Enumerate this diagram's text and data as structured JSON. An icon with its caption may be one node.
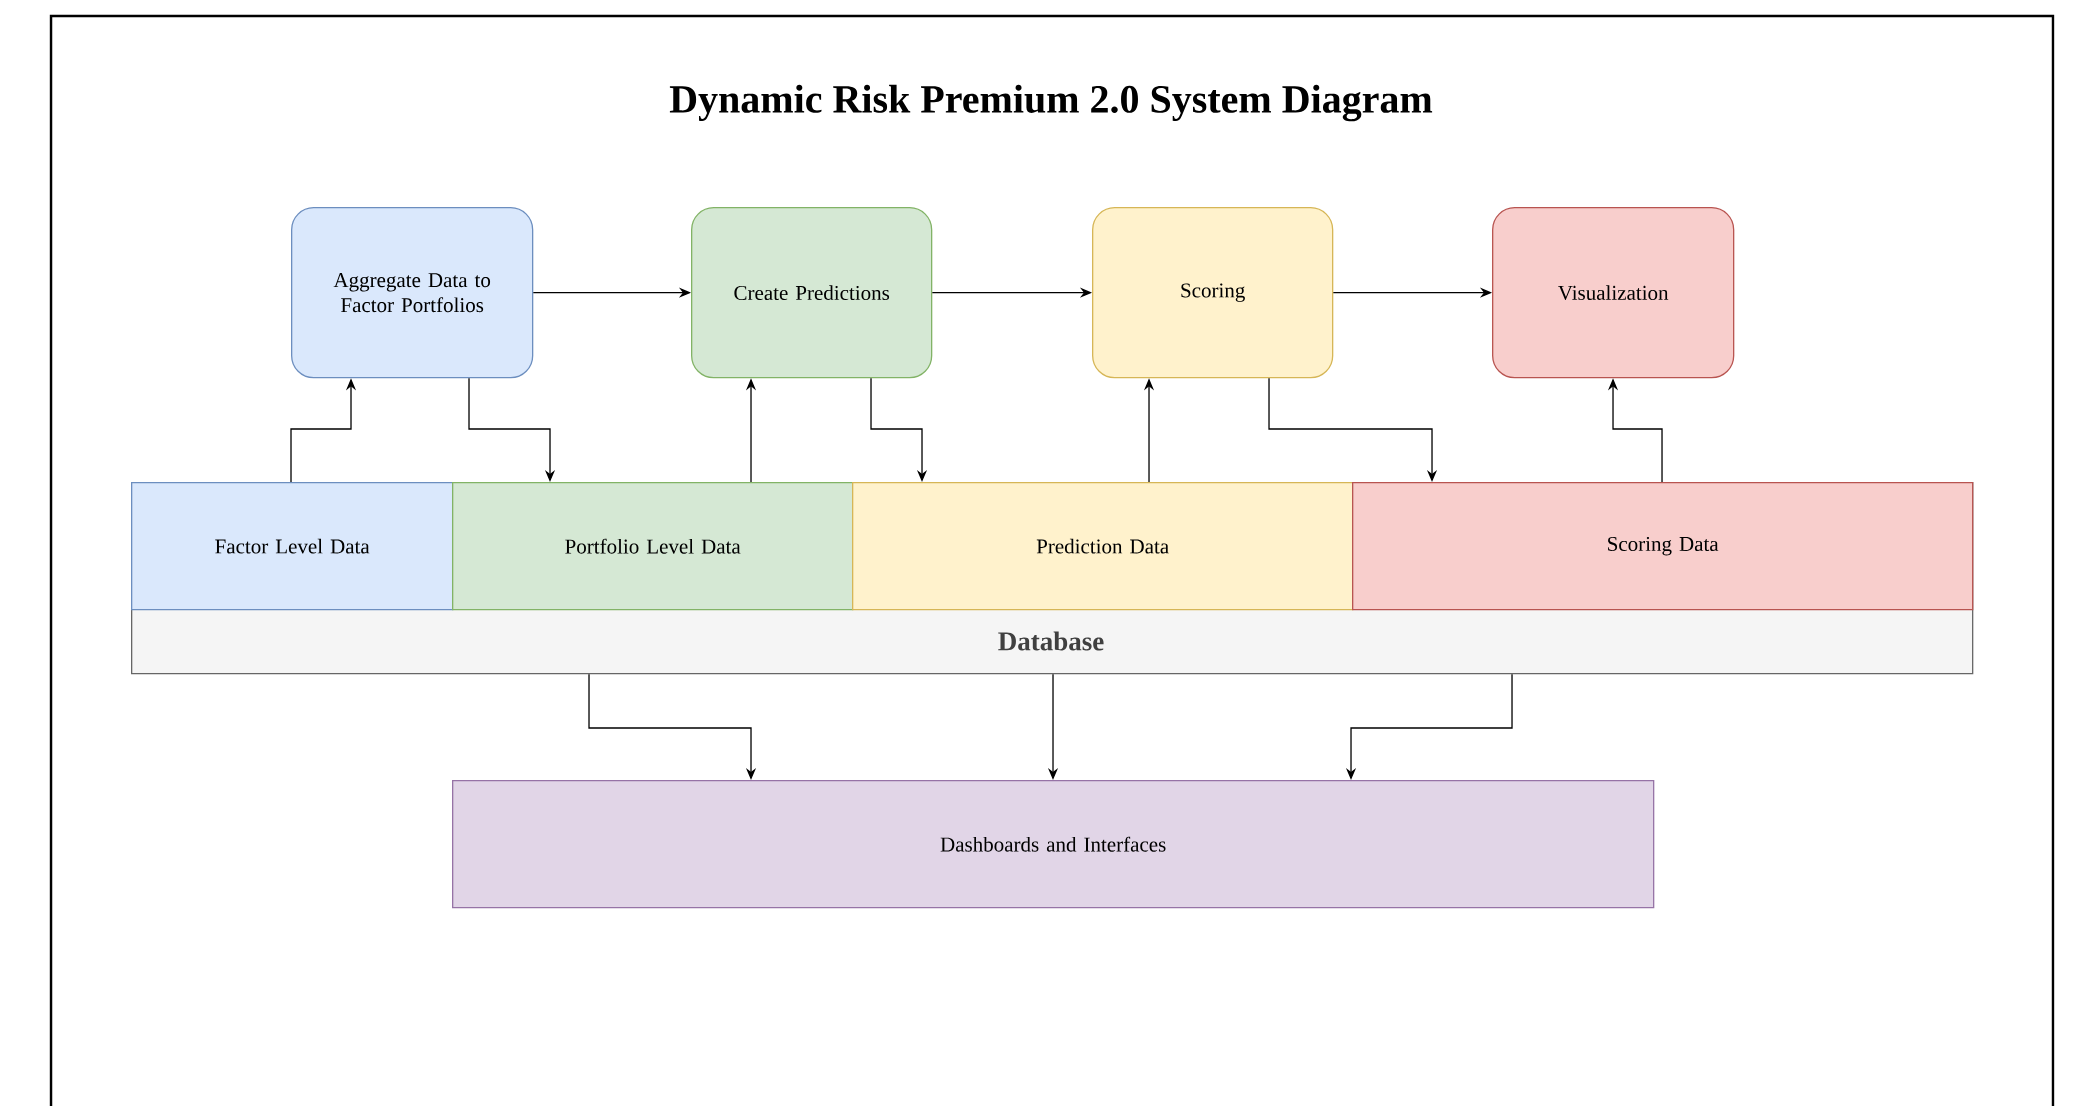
{
  "diagram": {
    "title": "Dynamic Risk Premium 2.0 System Diagram",
    "nodes": [
      {
        "text": [
          "Aggregate Data to Factor Portfolios"
        ]
      },
      {
        "text": [
          "Create Predictions"
        ]
      },
      {
        "text": [
          "Scoring"
        ]
      },
      {
        "text": [
          "Visualization"
        ]
      },
      {
        "text": [
          "Database"
        ]
      },
      {
        "text": [
          "Factor Level Data"
        ],
        "in": 4
      },
      {
        "text": [
          "Portfolio Level Data"
        ],
        "in": 4
      },
      {
        "text": [
          "Prediction Data"
        ],
        "in": 4
      },
      {
        "text": [
          "Scoring Data"
        ],
        "in": 4
      },
      {
        "text": [
          "Dashboards and Interfaces"
        ]
      }
    ],
    "edges": [
      {
        "from": 0,
        "to": 1,
        "arrow": "to"
      },
      {
        "from": 1,
        "to": 2,
        "arrow": "to"
      },
      {
        "from": 2,
        "to": 3,
        "arrow": "to"
      },
      {
        "from": 5,
        "to": 0,
        "arrow": "to"
      },
      {
        "from": 0,
        "to": 6,
        "arrow": "to"
      },
      {
        "from": 6,
        "to": 1,
        "arrow": "to"
      },
      {
        "from": 1,
        "to": 7,
        "arrow": "to"
      },
      {
        "from": 7,
        "to": 2,
        "arrow": "to"
      },
      {
        "from": 2,
        "to": 8,
        "arrow": "to"
      },
      {
        "from": 8,
        "to": 3,
        "arrow": "to"
      },
      {
        "from": 4,
        "to": 9,
        "arrow": "to"
      },
      {
        "from": 4,
        "to": 9,
        "arrow": "to"
      },
      {
        "from": 4,
        "to": 9,
        "arrow": "to"
      }
    ]
  }
}
